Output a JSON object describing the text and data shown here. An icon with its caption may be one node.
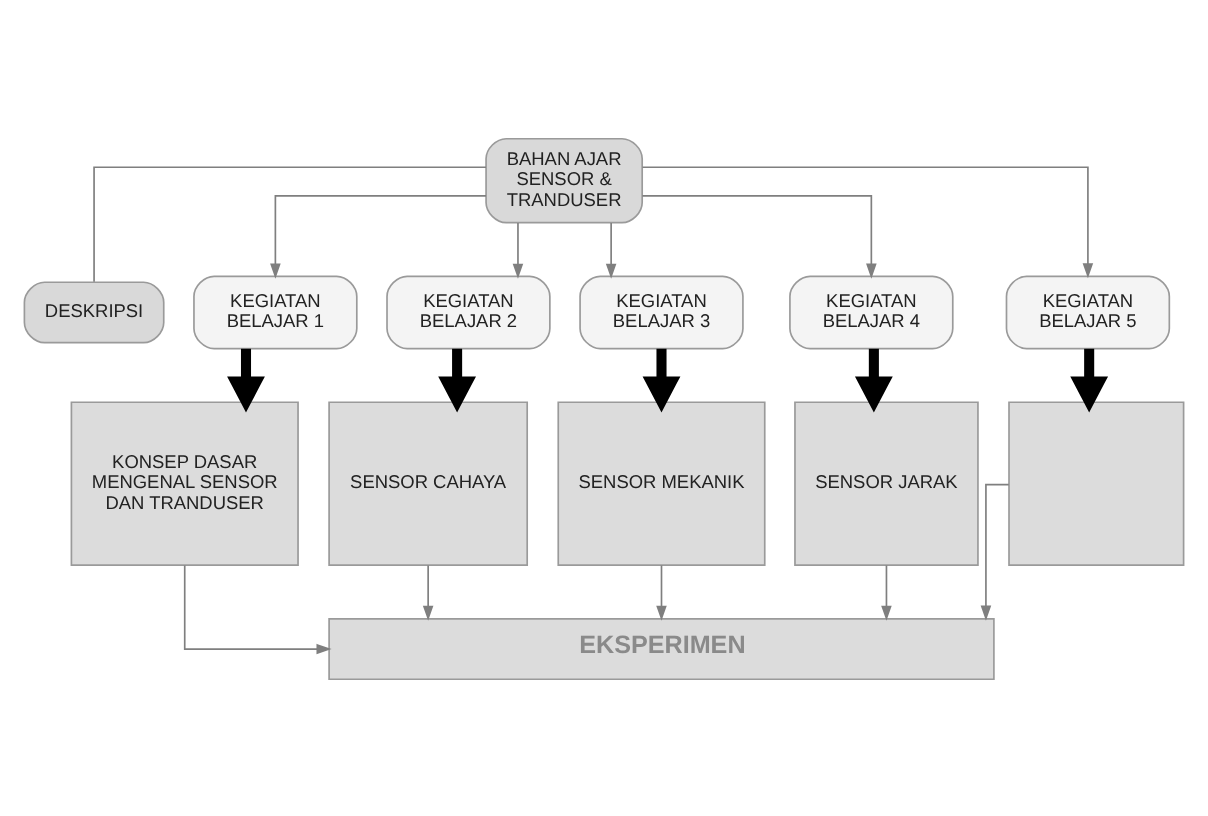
{
  "diagram": {
    "nodes": [
      {
        "text": [
          "BAHAN AJAR SENSOR & TRANDUSER"
        ]
      },
      {
        "text": [
          "DESKRIPSI"
        ]
      },
      {
        "text": [
          "KEGIATAN BELAJAR 1"
        ]
      },
      {
        "text": [
          "KEGIATAN BELAJAR 2"
        ]
      },
      {
        "text": [
          "KEGIATAN BELAJAR 3"
        ]
      },
      {
        "text": [
          "KEGIATAN BELAJAR 4"
        ]
      },
      {
        "text": [
          "KEGIATAN BELAJAR 5"
        ]
      },
      {
        "text": [
          "KONSEP DASAR MENGENAL SENSOR DAN TRANDUSER"
        ]
      },
      {
        "text": [
          "SENSOR CAHAYA"
        ]
      },
      {
        "text": [
          "SENSOR MEKANIK"
        ]
      },
      {
        "text": [
          "SENSOR JARAK"
        ]
      },
      {
        "text": [],
        "shape": "box"
      },
      {
        "text": [
          "EKSPERIMEN"
        ]
      }
    ],
    "edges": [
      {
        "from": 0,
        "to": 1,
        "arrow": "none"
      },
      {
        "from": 0,
        "to": 2,
        "arrow": "to"
      },
      {
        "from": 0,
        "to": 3,
        "arrow": "to"
      },
      {
        "from": 0,
        "to": 4,
        "arrow": "to"
      },
      {
        "from": 0,
        "to": 5,
        "arrow": "to"
      },
      {
        "from": 0,
        "to": 6,
        "arrow": "to"
      },
      {
        "from": 2,
        "to": 7,
        "arrow": "to",
        "style": "thick",
        "color": "#000000"
      },
      {
        "from": 3,
        "to": 8,
        "arrow": "to",
        "style": "thick",
        "color": "#000000"
      },
      {
        "from": 4,
        "to": 9,
        "arrow": "to",
        "style": "thick",
        "color": "#000000"
      },
      {
        "from": 5,
        "to": 10,
        "arrow": "to",
        "style": "thick",
        "color": "#000000"
      },
      {
        "from": 6,
        "to": 11,
        "arrow": "to",
        "style": "thick",
        "color": "#000000"
      },
      {
        "from": 7,
        "to": 12,
        "arrow": "to"
      },
      {
        "from": 8,
        "to": 12,
        "arrow": "to"
      },
      {
        "from": 9,
        "to": 12,
        "arrow": "to"
      },
      {
        "from": 10,
        "to": 12,
        "arrow": "to"
      },
      {
        "from": 11,
        "to": 12,
        "arrow": "to"
      }
    ]
  }
}
